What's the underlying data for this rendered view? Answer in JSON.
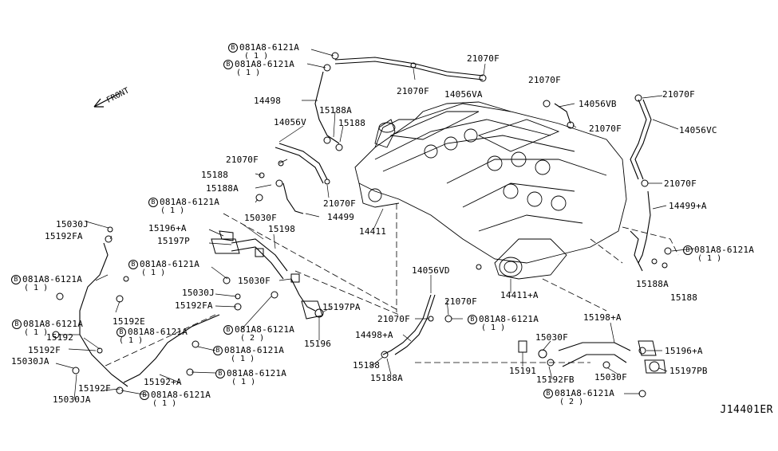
{
  "diagram": {
    "id_code": "J14401ER",
    "front_label": "FRONT",
    "bolt_symbol": "B",
    "callouts": [
      {
        "k": "c01",
        "text": "081A8-6121A",
        "bolt": true
      },
      {
        "k": "c02",
        "text": "(1)"
      },
      {
        "k": "c03",
        "text": "081A8-6121A",
        "bolt": true
      },
      {
        "k": "c04",
        "text": "(1)"
      },
      {
        "k": "c05",
        "text": "21070F"
      },
      {
        "k": "c06",
        "text": "21070F"
      },
      {
        "k": "c07",
        "text": "14056VA"
      },
      {
        "k": "c08",
        "text": "14498"
      },
      {
        "k": "c09",
        "text": "15188A"
      },
      {
        "k": "c10",
        "text": "15188"
      },
      {
        "k": "c11",
        "text": "14056V"
      },
      {
        "k": "c12",
        "text": "21070F"
      },
      {
        "k": "c13",
        "text": "15188"
      },
      {
        "k": "c14",
        "text": "15188A"
      },
      {
        "k": "c15",
        "text": "21070F"
      },
      {
        "k": "c16",
        "text": "081A8-6121A",
        "bolt": true
      },
      {
        "k": "c17",
        "text": "(1)"
      },
      {
        "k": "c18",
        "text": "14499"
      },
      {
        "k": "c19",
        "text": "21070F"
      },
      {
        "k": "c20",
        "text": "14056VB"
      },
      {
        "k": "c21",
        "text": "21070F"
      },
      {
        "k": "c22",
        "text": "21070F"
      },
      {
        "k": "c23",
        "text": "14056VC"
      },
      {
        "k": "c24",
        "text": "21070F"
      },
      {
        "k": "c25",
        "text": "14499+A"
      },
      {
        "k": "c26",
        "text": "081A8-6121A",
        "bolt": true
      },
      {
        "k": "c27",
        "text": "(1)"
      },
      {
        "k": "c28",
        "text": "15188A"
      },
      {
        "k": "c29",
        "text": "15188"
      },
      {
        "k": "c30",
        "text": "14411"
      },
      {
        "k": "c31",
        "text": "14411+A"
      },
      {
        "k": "c32",
        "text": "15030J"
      },
      {
        "k": "c33",
        "text": "15192FA"
      },
      {
        "k": "c34",
        "text": "15196+A"
      },
      {
        "k": "c35",
        "text": "15197P"
      },
      {
        "k": "c36",
        "text": "15030F"
      },
      {
        "k": "c37",
        "text": "15198"
      },
      {
        "k": "c38",
        "text": "081A8-6121A",
        "bolt": true
      },
      {
        "k": "c39",
        "text": "(1)"
      },
      {
        "k": "c40",
        "text": "081A8-6121A",
        "bolt": true
      },
      {
        "k": "c41",
        "text": "(1)"
      },
      {
        "k": "c42",
        "text": "15030F"
      },
      {
        "k": "c43",
        "text": "15030J"
      },
      {
        "k": "c44",
        "text": "15192FA"
      },
      {
        "k": "c45",
        "text": "15192E"
      },
      {
        "k": "c46",
        "text": "081A8-6121A",
        "bolt": true
      },
      {
        "k": "c47",
        "text": "(1)"
      },
      {
        "k": "c48",
        "text": "081A8-6121A",
        "bolt": true
      },
      {
        "k": "c49",
        "text": "(1)"
      },
      {
        "k": "c50",
        "text": "15192"
      },
      {
        "k": "c51",
        "text": "15192F"
      },
      {
        "k": "c52",
        "text": "15030JA"
      },
      {
        "k": "c53",
        "text": "15192F"
      },
      {
        "k": "c54",
        "text": "15030JA"
      },
      {
        "k": "c55",
        "text": "15197PA"
      },
      {
        "k": "c56",
        "text": "081A8-6121A",
        "bolt": true
      },
      {
        "k": "c57",
        "text": "(2)"
      },
      {
        "k": "c58",
        "text": "15196"
      },
      {
        "k": "c59",
        "text": "081A8-6121A",
        "bolt": true
      },
      {
        "k": "c60",
        "text": "(1)"
      },
      {
        "k": "c61",
        "text": "081A8-6121A",
        "bolt": true
      },
      {
        "k": "c62",
        "text": "(1)"
      },
      {
        "k": "c63",
        "text": "15192+A"
      },
      {
        "k": "c64",
        "text": "081A8-6121A",
        "bolt": true
      },
      {
        "k": "c65",
        "text": "(1)"
      },
      {
        "k": "c66",
        "text": "14056VD"
      },
      {
        "k": "c67",
        "text": "21070F"
      },
      {
        "k": "c68",
        "text": "21070F"
      },
      {
        "k": "c69",
        "text": "081A8-6121A",
        "bolt": true
      },
      {
        "k": "c70",
        "text": "(1)"
      },
      {
        "k": "c71",
        "text": "14498+A"
      },
      {
        "k": "c72",
        "text": "15188"
      },
      {
        "k": "c73",
        "text": "15188A"
      },
      {
        "k": "c74",
        "text": "15198+A"
      },
      {
        "k": "c75",
        "text": "15030F"
      },
      {
        "k": "c76",
        "text": "15196+A"
      },
      {
        "k": "c77",
        "text": "15191"
      },
      {
        "k": "c78",
        "text": "15192FB"
      },
      {
        "k": "c79",
        "text": "15030F"
      },
      {
        "k": "c80",
        "text": "15197PB"
      },
      {
        "k": "c81",
        "text": "081A8-6121A",
        "bolt": true
      },
      {
        "k": "c82",
        "text": "(2)"
      }
    ]
  }
}
